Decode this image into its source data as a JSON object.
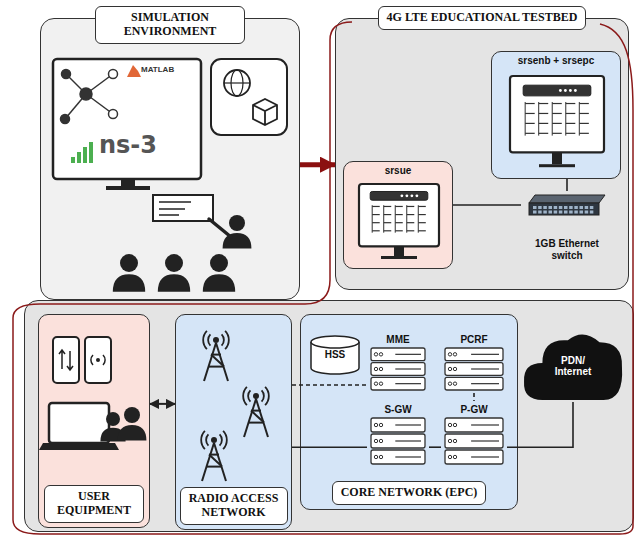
{
  "diagram": {
    "nodes": [
      {
        "text": [
          "SIMULATION ENVIRONMENT"
        ]
      },
      {
        "text": [
          "4G LTE EDUCATIONAL TESTBED"
        ]
      },
      {
        "text": [
          "srsue"
        ],
        "in": 1
      },
      {
        "text": [
          "srsenb + srsepc"
        ],
        "in": 1
      },
      {
        "text": [
          "1GB Ethernet switch"
        ],
        "in": 1
      },
      {
        "text": [
          "USER EQUIPMENT"
        ]
      },
      {
        "text": [
          "RADIO ACCESS NETWORK"
        ]
      },
      {
        "text": [
          "CORE NETWORK (EPC)"
        ]
      },
      {
        "text": [
          "HSS"
        ],
        "in": 7
      },
      {
        "text": [
          "MME"
        ],
        "in": 7
      },
      {
        "text": [
          "PCRF"
        ],
        "in": 7
      },
      {
        "text": [
          "S-GW"
        ],
        "in": 7
      },
      {
        "text": [
          "P-GW"
        ],
        "in": 7
      },
      {
        "text": [
          "PDN/ Internet"
        ]
      }
    ],
    "edges": [
      {
        "from": 0,
        "to": 1,
        "arrow": "to"
      },
      {
        "from": 2,
        "to": 4,
        "arrow": "none"
      },
      {
        "from": 4,
        "to": 3,
        "arrow": "none"
      },
      {
        "from": 5,
        "to": 6,
        "arrow": "both"
      },
      {
        "from": 6,
        "to": 9,
        "arrow": "none"
      },
      {
        "from": 6,
        "to": 11,
        "arrow": "none"
      },
      {
        "from": 11,
        "to": 12,
        "arrow": "none"
      },
      {
        "from": 10,
        "to": 12,
        "arrow": "none"
      },
      {
        "from": 12,
        "to": 13,
        "arrow": "none"
      }
    ],
    "labels": [
      "MATLAB",
      "ns-3"
    ]
  }
}
